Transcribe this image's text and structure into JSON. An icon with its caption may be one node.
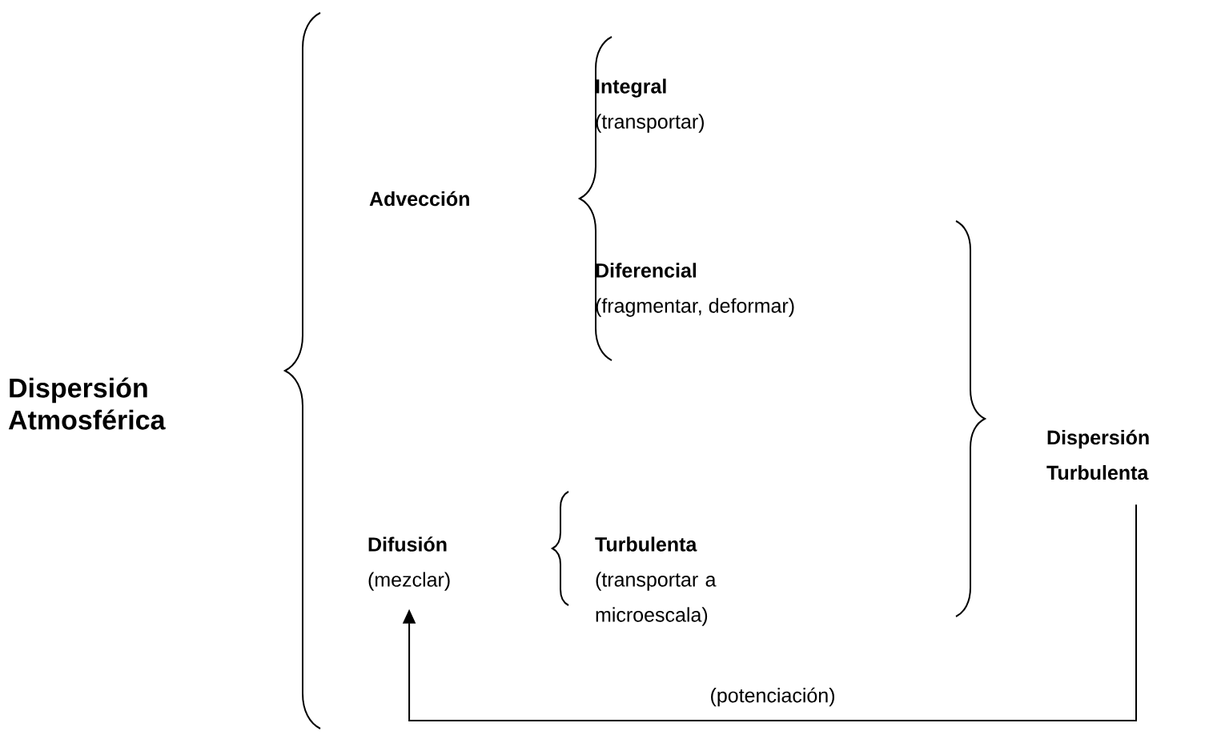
{
  "diagram": {
    "nodes": [
      {
        "text": [
          "Dispersión Atmosférica"
        ]
      },
      {
        "text": [
          "Advección"
        ]
      },
      {
        "text": [
          "Integral",
          "(transportar)"
        ]
      },
      {
        "text": [
          "Diferencial",
          "(fragmentar, deformar)"
        ]
      },
      {
        "text": [
          "Difusión",
          "(mezclar)"
        ]
      },
      {
        "text": [
          "Turbulenta",
          "(transportar a microescala)"
        ]
      },
      {
        "text": [
          "Dispersión Turbulenta"
        ]
      }
    ],
    "edges": [
      {
        "from": 6,
        "to": 4,
        "arrow": "to",
        "label": "(potenciación)"
      }
    ]
  }
}
